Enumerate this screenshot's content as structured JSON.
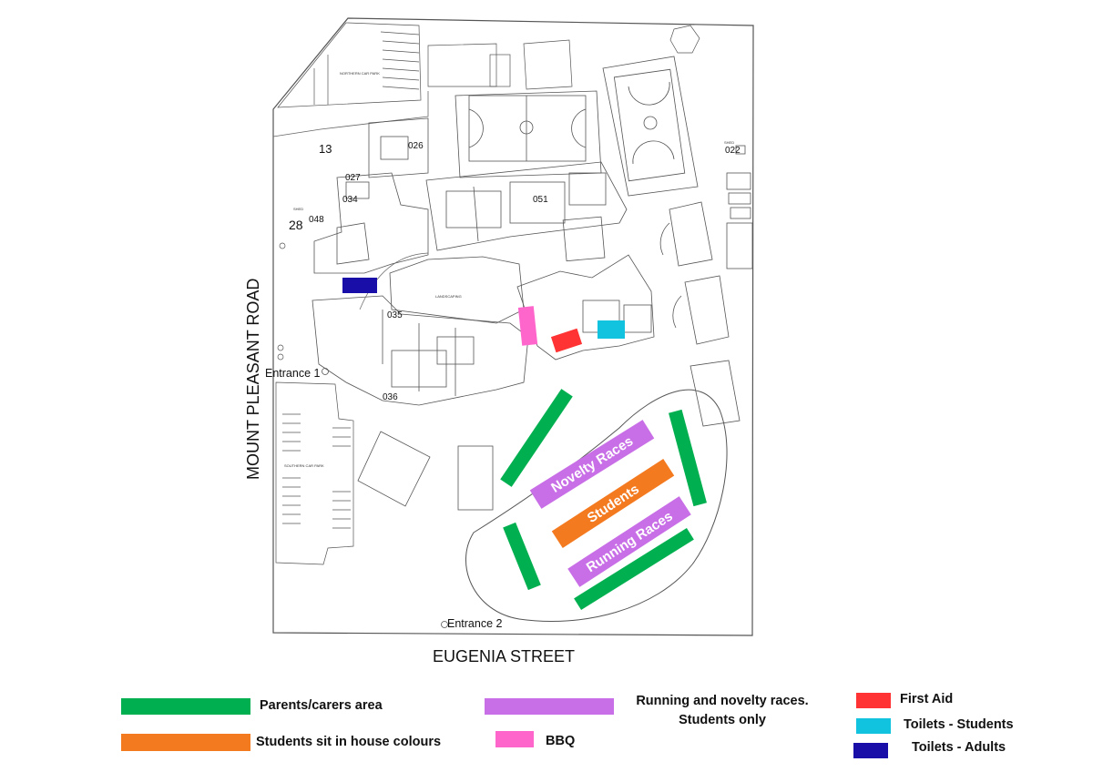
{
  "map": {
    "roads": {
      "west": "MOUNT PLEASANT ROAD",
      "south": "EUGENIA STREET"
    },
    "entrances": [
      "Entrance 1",
      "Entrance 2"
    ],
    "zones": {
      "novelty": "Novelty Races",
      "students": "Students",
      "running": "Running Races"
    },
    "building_numbers": [
      "13",
      "026",
      "027",
      "034",
      "048",
      "28",
      "051",
      "035",
      "036",
      "022"
    ],
    "small_labels": {
      "northern_car_park": "NORTHERN CAR PARK",
      "southern_car_park": "SOUTHERN CAR PARK",
      "landscaping": "LANDSCAPING",
      "shed_a": "SHED",
      "shed_b": "SHED"
    }
  },
  "legend": {
    "parents": "Parents/carers area",
    "students": "Students sit in house colours",
    "races": "Running and novelty races.\nStudents only",
    "races_line1": "Running and novelty races.",
    "races_line2": "Students only",
    "bbq": "BBQ",
    "first_aid": "First Aid",
    "toilets_students": "Toilets - Students",
    "toilets_adults": "Toilets - Adults"
  },
  "colors": {
    "parents": "#00b050",
    "students": "#f47a20",
    "races": "#c86ee6",
    "bbq": "#ff66cc",
    "first_aid": "#ff3333",
    "toilets_students": "#12c3e0",
    "toilets_adults": "#1a0ea8",
    "outline": "#444444"
  }
}
